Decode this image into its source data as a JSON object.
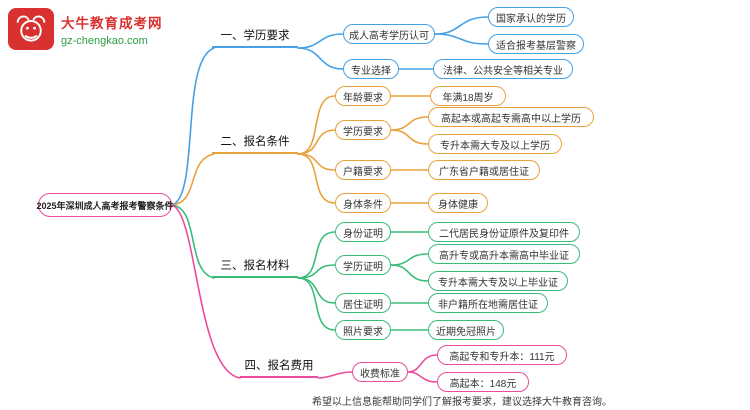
{
  "logo": {
    "site_name": "大牛教育成考网",
    "site_url": "gz-chengkao.com",
    "brand_red": "#d8312f",
    "brand_green": "#2f9e44"
  },
  "root": {
    "label": "2025年深圳成人高考报考警察条件",
    "color": "#ea4c9b"
  },
  "branches": [
    {
      "label": "一、学历要求",
      "color": "#45a0e6",
      "children": [
        {
          "label": "成人高考学历认可",
          "children": [
            {
              "label": "国家承认的学历"
            },
            {
              "label": "适合报考基层警察"
            }
          ]
        },
        {
          "label": "专业选择",
          "children": [
            {
              "label": "法律、公共安全等相关专业"
            }
          ]
        }
      ]
    },
    {
      "label": "二、报名条件",
      "color": "#e8a23d",
      "children": [
        {
          "label": "年龄要求",
          "children": [
            {
              "label": "年满18周岁"
            }
          ]
        },
        {
          "label": "学历要求",
          "children": [
            {
              "label": "高起本或高起专需高中以上学历"
            },
            {
              "label": "专升本需大专及以上学历"
            }
          ]
        },
        {
          "label": "户籍要求",
          "children": [
            {
              "label": "广东省户籍或居住证"
            }
          ]
        },
        {
          "label": "身体条件",
          "children": [
            {
              "label": "身体健康"
            }
          ]
        }
      ]
    },
    {
      "label": "三、报名材料",
      "color": "#3bbd7a",
      "children": [
        {
          "label": "身份证明",
          "children": [
            {
              "label": "二代居民身份证原件及复印件"
            }
          ]
        },
        {
          "label": "学历证明",
          "children": [
            {
              "label": "高升专或高升本需高中毕业证"
            },
            {
              "label": "专升本需大专及以上毕业证"
            }
          ]
        },
        {
          "label": "居住证明",
          "children": [
            {
              "label": "非户籍所在地需居住证"
            }
          ]
        },
        {
          "label": "照片要求",
          "children": [
            {
              "label": "近期免冠照片"
            }
          ]
        }
      ]
    },
    {
      "label": "四、报名费用",
      "color": "#ea4c9b",
      "children": [
        {
          "label": "收费标准",
          "children": [
            {
              "label": "高起专和专升本：111元"
            },
            {
              "label": "高起本：148元"
            }
          ]
        }
      ]
    }
  ],
  "footnote": "希望以上信息能帮助同学们了解报考要求，建议选择大牛教育咨询。"
}
